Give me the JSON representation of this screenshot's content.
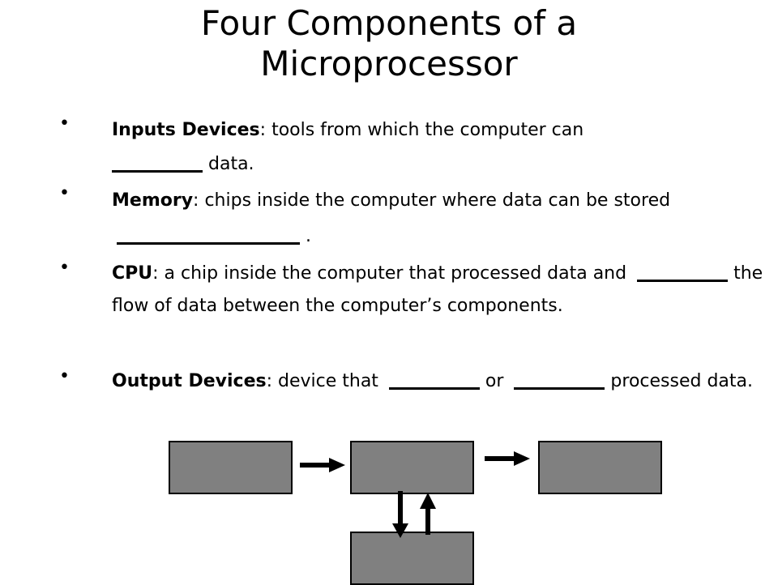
{
  "slide": {
    "title_line1": "Four Components of a",
    "title_line2": "Microprocessor"
  },
  "bullets": [
    {
      "term": "Inputs Devices",
      "sep": ": ",
      "before_blank": "tools from which the computer can",
      "after_blank": " data."
    },
    {
      "term": "Memory",
      "sep": ": ",
      "before_blank": "chips inside the computer where data can be stored",
      "after_blank": " ."
    },
    {
      "term": "CPU",
      "sep": ": ",
      "before_blank": "a chip inside the computer that processed data and",
      "after_blank": " the flow of data between the computer’s components."
    },
    {
      "term": "Output Devices",
      "sep": ": ",
      "before_blank": "device that",
      "middle": " or",
      "after_blank": " processed data."
    }
  ],
  "bullet_symbol": "•",
  "colors": {
    "block_fill": "#808080",
    "outline": "#000000",
    "background": "#ffffff"
  }
}
